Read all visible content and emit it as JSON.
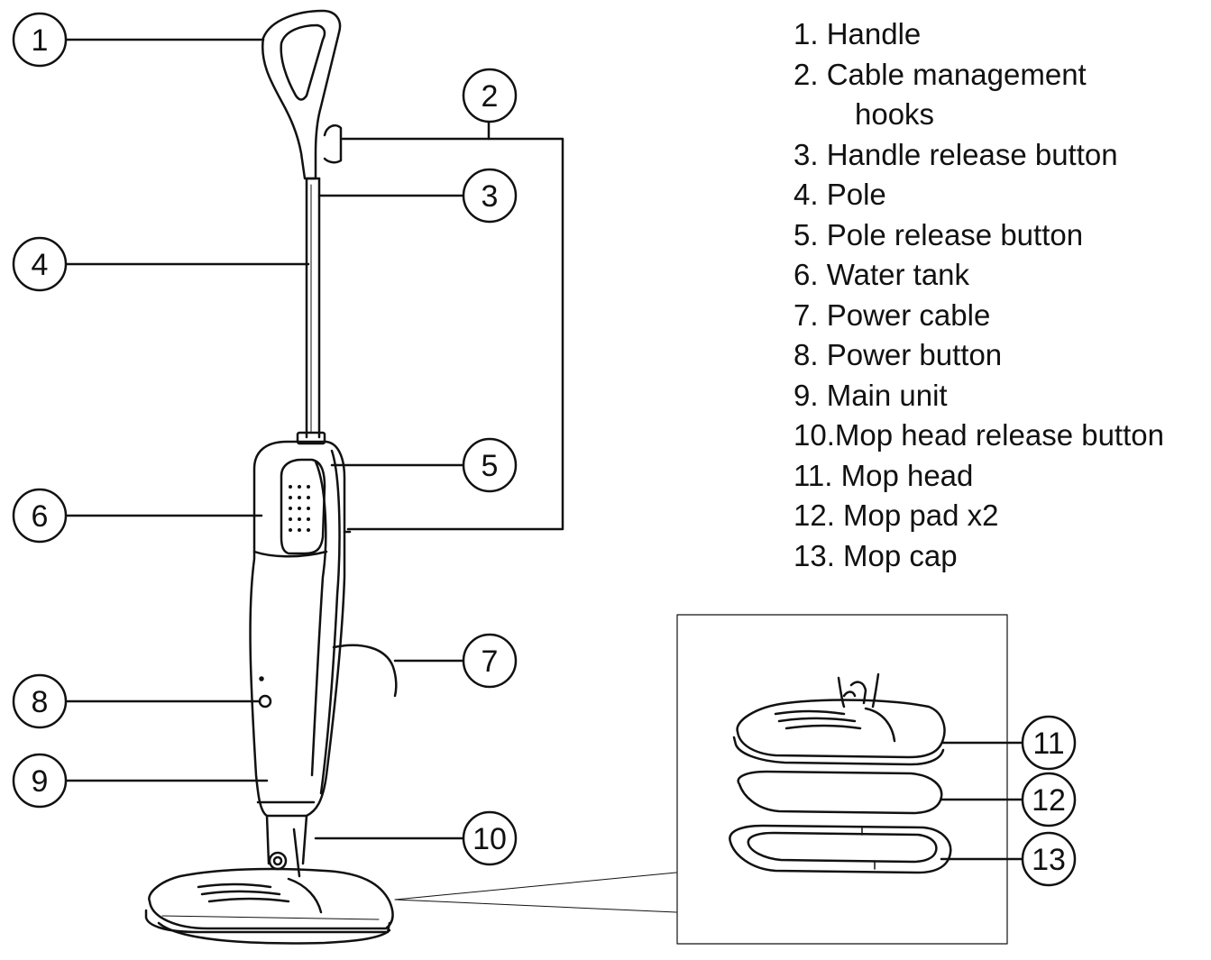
{
  "callouts": [
    "1",
    "2",
    "3",
    "4",
    "5",
    "6",
    "7",
    "8",
    "9",
    "10",
    "11",
    "12",
    "13"
  ],
  "parts": [
    {
      "num": "1.",
      "label": "Handle"
    },
    {
      "num": "2.",
      "label": "Cable management",
      "cont": "hooks"
    },
    {
      "num": "3.",
      "label": "Handle release button"
    },
    {
      "num": "4.",
      "label": "Pole"
    },
    {
      "num": "5.",
      "label": "Pole release button"
    },
    {
      "num": "6.",
      "label": "Water tank"
    },
    {
      "num": "7.",
      "label": "Power cable"
    },
    {
      "num": "8.",
      "label": "Power button"
    },
    {
      "num": "9.",
      "label": "Main unit"
    },
    {
      "num": "10.",
      "label": "Mop head release button"
    },
    {
      "num": "11.",
      "label": " Mop head"
    },
    {
      "num": "12.",
      "label": "Mop pad x2"
    },
    {
      "num": "13.",
      "label": "Mop cap"
    }
  ]
}
